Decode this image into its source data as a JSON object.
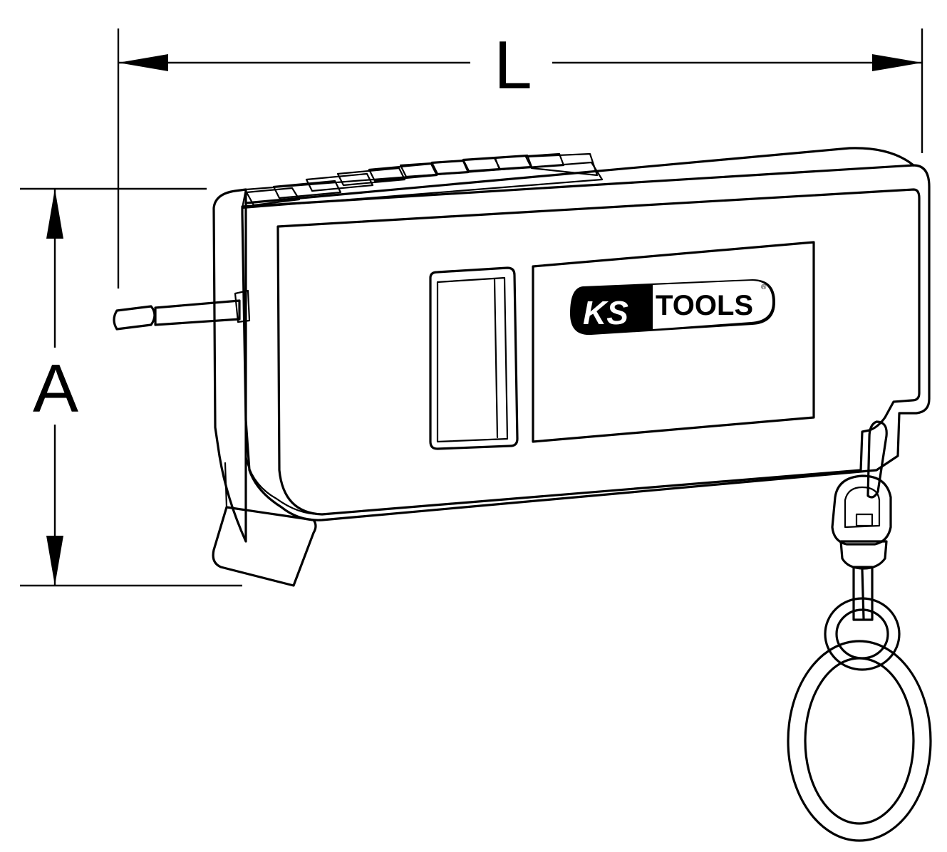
{
  "dimensions": {
    "length_label": "L",
    "height_label": "A"
  },
  "logo": {
    "brand_left": "KS",
    "brand_right": "TOOLS",
    "registered_mark": "®"
  }
}
